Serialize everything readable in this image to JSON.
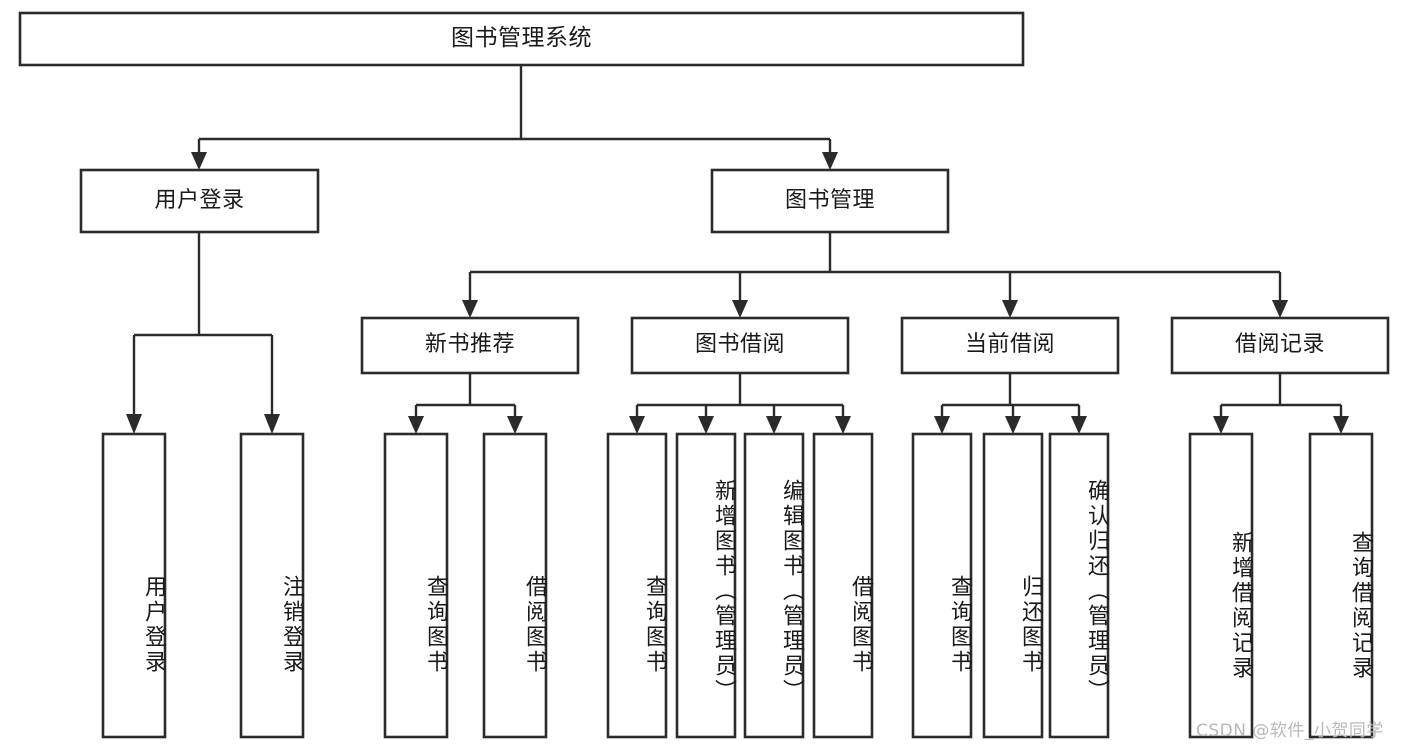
{
  "diagram": {
    "type": "tree-hierarchy",
    "root": {
      "id": "root",
      "label": "图书管理系统"
    },
    "level2": [
      {
        "id": "user-login",
        "label": "用户登录"
      },
      {
        "id": "book-management",
        "label": "图书管理"
      }
    ],
    "level3": [
      {
        "id": "new-book-recommend",
        "label": "新书推荐",
        "parent": "book-management"
      },
      {
        "id": "book-borrow",
        "label": "图书借阅",
        "parent": "book-management"
      },
      {
        "id": "current-borrow",
        "label": "当前借阅",
        "parent": "book-management"
      },
      {
        "id": "borrow-record",
        "label": "借阅记录",
        "parent": "book-management"
      }
    ],
    "leaves": [
      {
        "id": "leaf-user-login",
        "label": "用户登录",
        "parent": "user-login"
      },
      {
        "id": "leaf-logout-login",
        "label": "注销登录",
        "parent": "user-login"
      },
      {
        "id": "leaf-query-book-1",
        "label": "查询图书",
        "parent": "new-book-recommend"
      },
      {
        "id": "leaf-borrow-book-1",
        "label": "借阅图书",
        "parent": "new-book-recommend"
      },
      {
        "id": "leaf-query-book-2",
        "label": "查询图书",
        "parent": "book-borrow"
      },
      {
        "id": "leaf-add-book",
        "label": "新增图书（管理员）",
        "parent": "book-borrow"
      },
      {
        "id": "leaf-edit-book",
        "label": "编辑图书（管理员）",
        "parent": "book-borrow"
      },
      {
        "id": "leaf-borrow-book-2",
        "label": "借阅图书",
        "parent": "book-borrow"
      },
      {
        "id": "leaf-query-book-3",
        "label": "查询图书",
        "parent": "current-borrow"
      },
      {
        "id": "leaf-return-book",
        "label": "归还图书",
        "parent": "current-borrow"
      },
      {
        "id": "leaf-confirm-return",
        "label": "确认归还（管理员）",
        "parent": "current-borrow"
      },
      {
        "id": "leaf-add-record",
        "label": "新增借阅记录",
        "parent": "borrow-record"
      },
      {
        "id": "leaf-query-record",
        "label": "查询借阅记录",
        "parent": "borrow-record"
      }
    ]
  },
  "watermark": {
    "text": "CSDN @软件_小贺同学"
  },
  "colors": {
    "background": "#ffffff",
    "box_fill": "#ffffff",
    "box_stroke": "#2b2b2b",
    "text": "#1a1a1a",
    "watermark": "#b9b9b9"
  }
}
